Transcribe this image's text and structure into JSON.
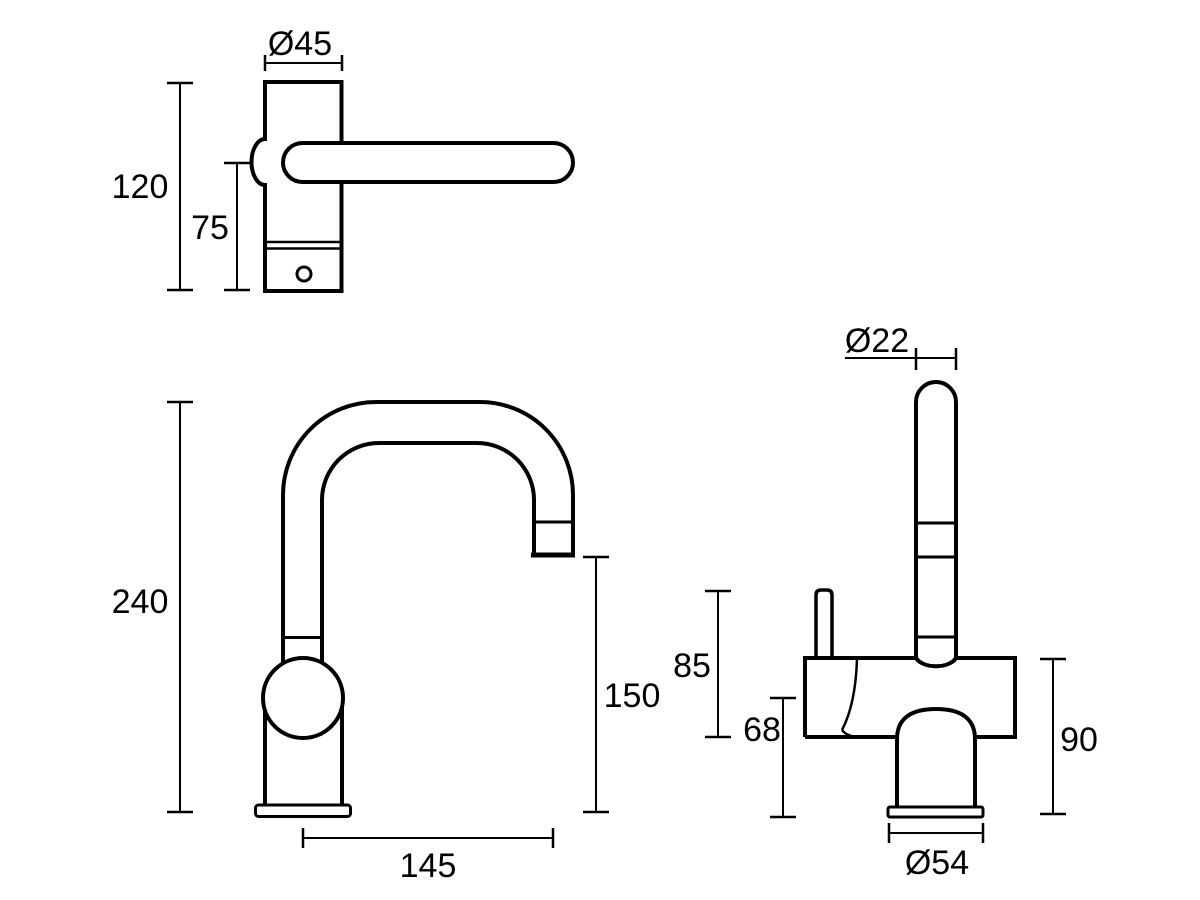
{
  "page": {
    "background": "#ffffff",
    "line_color": "#000000",
    "description": "Mixer tap technical dimension drawing, three orthographic views"
  },
  "views": {
    "top": {
      "name": "handle plan view",
      "dims": {
        "diameter": "Ø45",
        "overall_height": "120",
        "body_height": "75"
      }
    },
    "side": {
      "name": "tap side elevation",
      "dims": {
        "overall_height": "240",
        "outlet_height": "150",
        "spout_reach": "145"
      }
    },
    "front": {
      "name": "tap front elevation",
      "dims": {
        "spout_diameter": "Ø22",
        "handle_height": "85",
        "inlet_height": "68",
        "body_height": "90",
        "base_diameter": "Ø54"
      }
    }
  }
}
